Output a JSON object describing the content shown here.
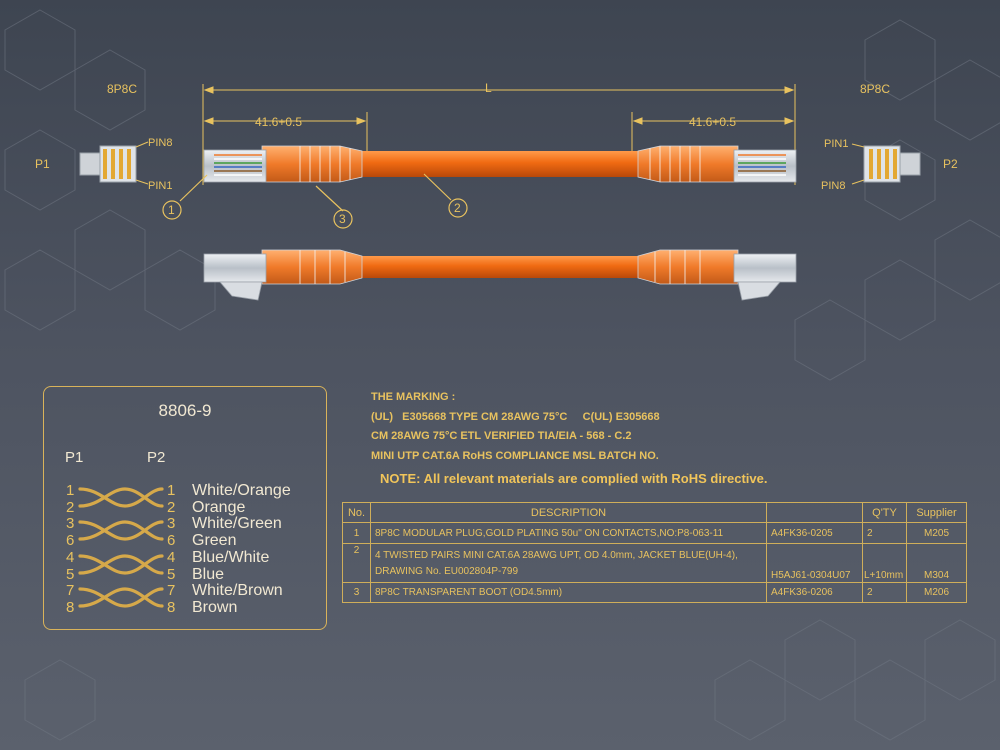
{
  "diagram": {
    "connector_left": "8P8C",
    "connector_right": "8P8C",
    "length_label": "L",
    "dim_left": "41.6+0.5",
    "dim_right": "41.6+0.5",
    "end_left": "P1",
    "end_right": "P2",
    "pin8_left": "PIN8",
    "pin1_left": "PIN1",
    "pin1_right": "PIN1",
    "pin8_right": "PIN8",
    "callouts": [
      "1",
      "2",
      "3"
    ]
  },
  "wiring": {
    "title": "8806-9",
    "p1_header": "P1",
    "p2_header": "P2",
    "pairs_p1": [
      "1",
      "2",
      "3",
      "6",
      "4",
      "5",
      "7",
      "8"
    ],
    "pairs_p2": [
      "1",
      "2",
      "3",
      "6",
      "4",
      "5",
      "7",
      "8"
    ],
    "colors": [
      "White/Orange",
      "Orange",
      "White/Green",
      "Green",
      "Blue/White",
      "Blue",
      "White/Brown",
      "Brown"
    ]
  },
  "marking": {
    "heading": "THE MARKING :",
    "line1": "(UL)   E305668 TYPE CM 28AWG 75°C     C(UL) E305668",
    "line2": "CM 28AWG 75°C ETL VERIFIED TIA/EIA - 568 - C.2",
    "line3": "MINI UTP CAT.6A RoHS COMPLIANCE MSL BATCH NO."
  },
  "note": "NOTE: All relevant materials are complied with RoHS directive.",
  "bom": {
    "headers": [
      "No.",
      "DESCRIPTION",
      "",
      "Q'TY",
      "Supplier"
    ],
    "rows": [
      {
        "no": "1",
        "desc": "8P8C MODULAR PLUG,GOLD PLATING 50u\" ON CONTACTS,NO:P8-063-11",
        "part": "A4FK36-0205",
        "qty": "2",
        "supplier": "M205"
      },
      {
        "no": "2",
        "desc": "4 TWISTED PAIRS MINI CAT.6A 28AWG UPT, OD 4.0mm, JACKET BLUE(UH-4),",
        "desc2": "DRAWING No. EU002804P-799",
        "part": "H5AJ61-0304U07",
        "qty": "L+10mm",
        "supplier": "M304"
      },
      {
        "no": "3",
        "desc": "8P8C TRANSPARENT BOOT (OD4.5mm)",
        "part": "A4FK36-0206",
        "qty": "2",
        "supplier": "M206"
      }
    ]
  },
  "colors": {
    "accent": "#e8c25f",
    "cable": "#f06a12",
    "background": "#4a505c"
  }
}
